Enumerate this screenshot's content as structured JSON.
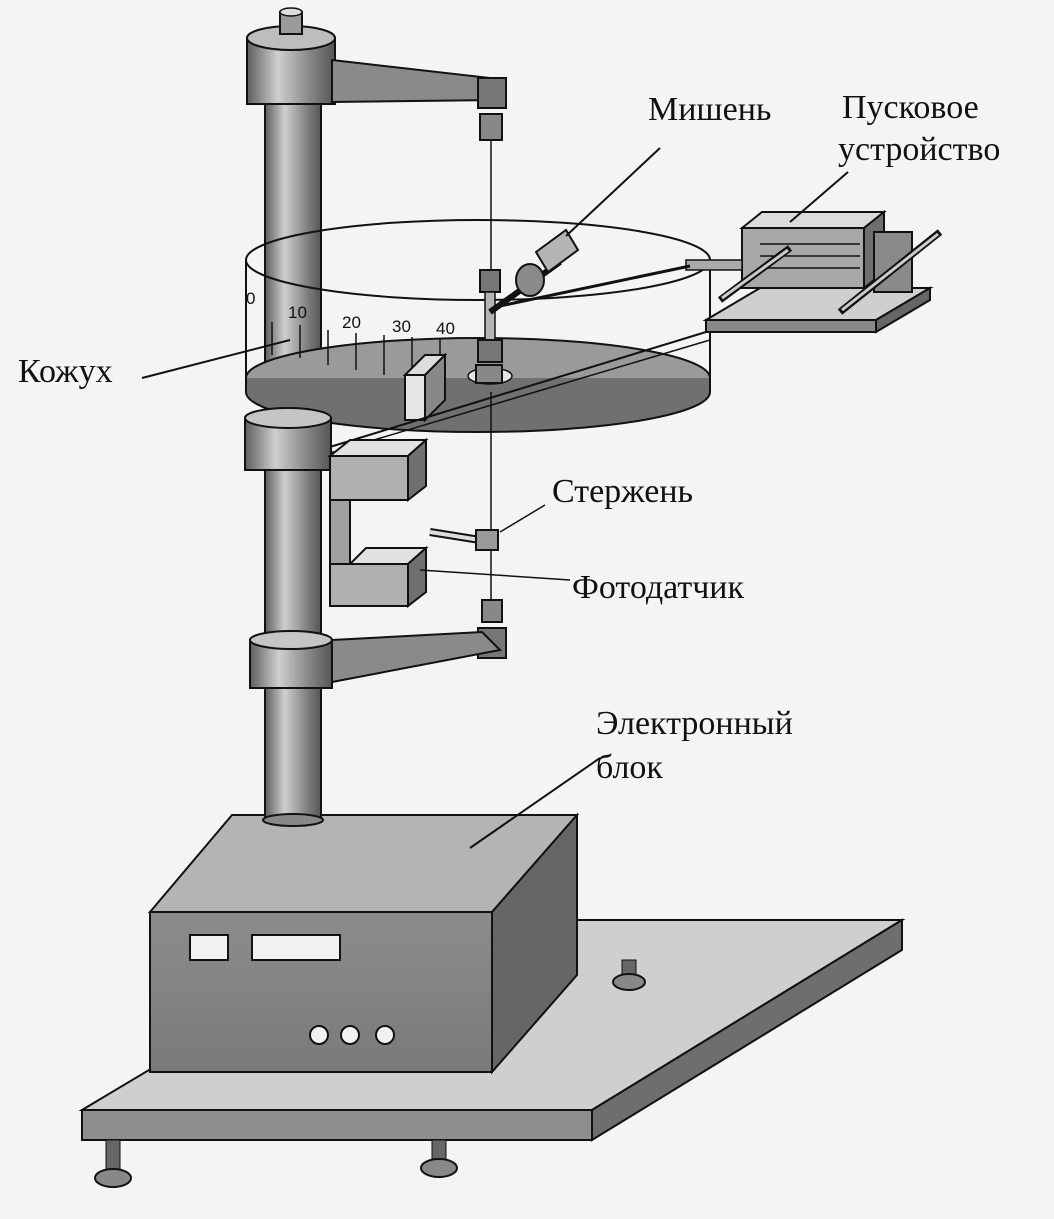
{
  "labels": {
    "target": "Мишень",
    "launcher_line1": "Пусковое",
    "launcher_line2": "устройство",
    "casing": "Кожух",
    "rod": "Стержень",
    "photosensor": "Фотодатчик",
    "electronic_line1": "Электронный",
    "electronic_line2": "блок"
  },
  "scale_marks": [
    "0",
    "10",
    "20",
    "30",
    "40"
  ],
  "colors": {
    "ink": "#111111",
    "paper": "#f4f4f4",
    "metal_dark": "#7a7a7a",
    "metal_light": "#c8c8c8",
    "disc": "#9a9a9a"
  }
}
